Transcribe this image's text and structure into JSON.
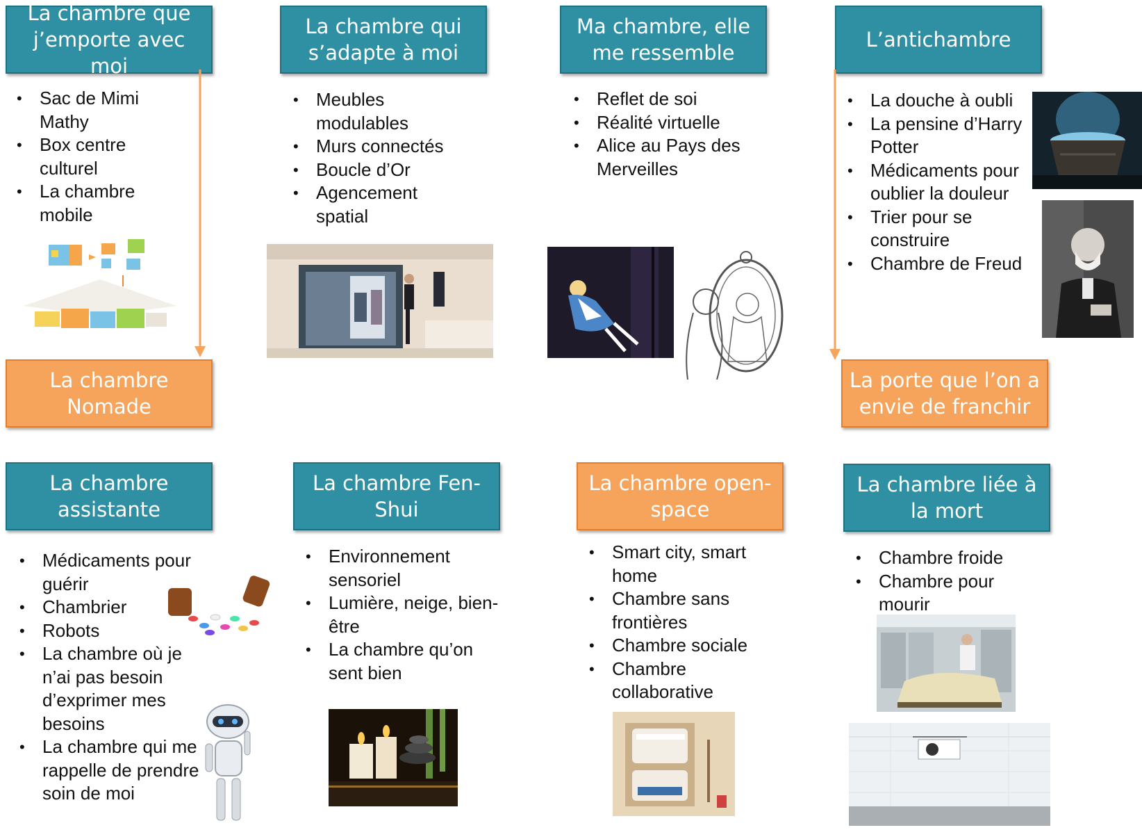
{
  "boxes": {
    "emporte": "La chambre que j’emporte avec moi",
    "adapte": "La chambre  qui s’adapte à moi",
    "ressemble": "Ma chambre, elle me ressemble",
    "antichambre": "L’antichambre",
    "nomade": "La chambre Nomade",
    "porte": "La porte que l’on a envie de franchir",
    "assistante": "La chambre assistante",
    "fenshui": "La chambre Fen-Shui",
    "openspace": "La chambre open-space",
    "mort": "La chambre liée à la mort"
  },
  "lists": {
    "emporte": [
      "Sac de Mimi Mathy",
      "Box centre culturel",
      "La chambre mobile"
    ],
    "adapte": [
      "Meubles modulables",
      "Murs connectés",
      "Boucle d’Or",
      "Agencement spatial"
    ],
    "ressemble": [
      "Reflet de soi",
      "Réalité virtuelle",
      "Alice au Pays des Merveilles"
    ],
    "antichambre": [
      "La douche à oubli",
      "La pensine d’Harry Potter",
      "Médicaments pour oublier la douleur",
      "Trier pour se construire",
      "Chambre de Freud"
    ],
    "assistante": [
      "Médicaments pour guérir",
      "Chambrier",
      "Robots",
      "La chambre où je n’ai pas besoin d’exprimer mes besoins",
      "La chambre qui me rappelle de prendre soin de moi"
    ],
    "fenshui": [
      "Environnement sensoriel",
      "Lumière, neige, bien-être",
      "La chambre qu’on sent bien"
    ],
    "openspace": [
      "Smart city, smart home",
      "Chambre sans frontières",
      "Chambre sociale",
      "Chambre collaborative"
    ],
    "mort": [
      "Chambre froide",
      "Chambre pour mourir"
    ]
  },
  "colors": {
    "teal": "#2f8fa3",
    "orange": "#f6a35b",
    "arrow": "#f6a35b"
  }
}
